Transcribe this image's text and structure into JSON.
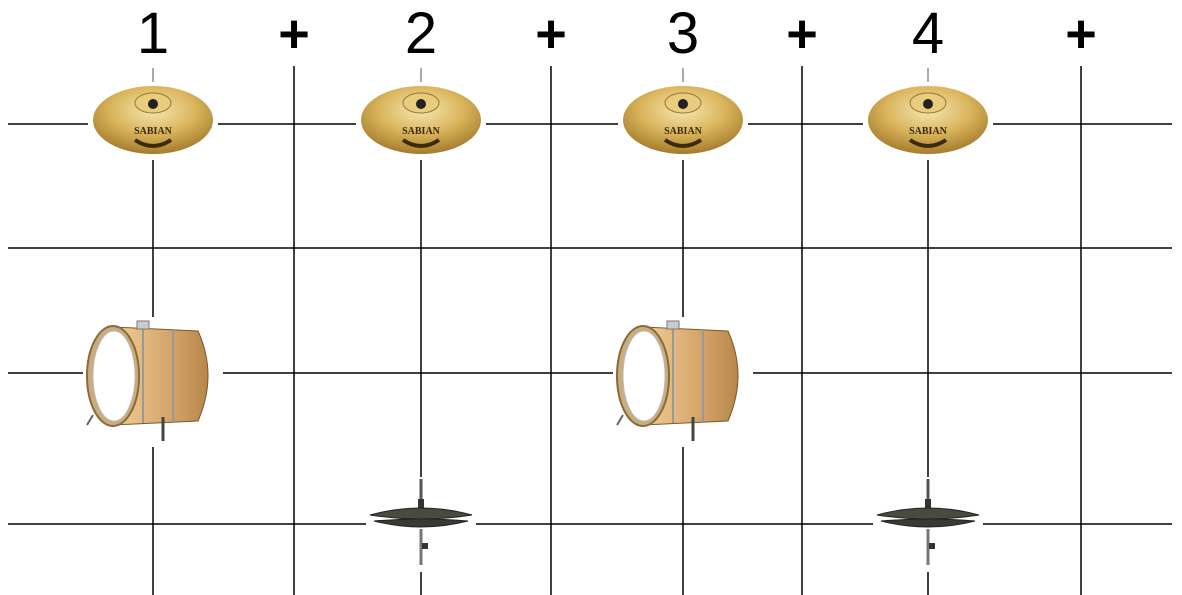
{
  "beat_labels": [
    "1",
    "+",
    "2",
    "+",
    "3",
    "+",
    "4",
    "+"
  ],
  "rows": [
    "cymbal",
    "blank",
    "bass-drum",
    "hi-hat"
  ],
  "cymbal_brand": "SABIAN",
  "pattern": {
    "cymbal": [
      true,
      false,
      true,
      false,
      true,
      false,
      true,
      false
    ],
    "bass-drum": [
      true,
      false,
      false,
      false,
      true,
      false,
      false,
      false
    ],
    "hi-hat": [
      false,
      false,
      true,
      false,
      false,
      false,
      true,
      false
    ]
  },
  "colors": {
    "grid_line": "#000000",
    "cymbal_gold": "#d9b45a",
    "drum_wood": "#d4a56a",
    "drum_head": "#ffffff",
    "hihat": "#4a4a40"
  }
}
